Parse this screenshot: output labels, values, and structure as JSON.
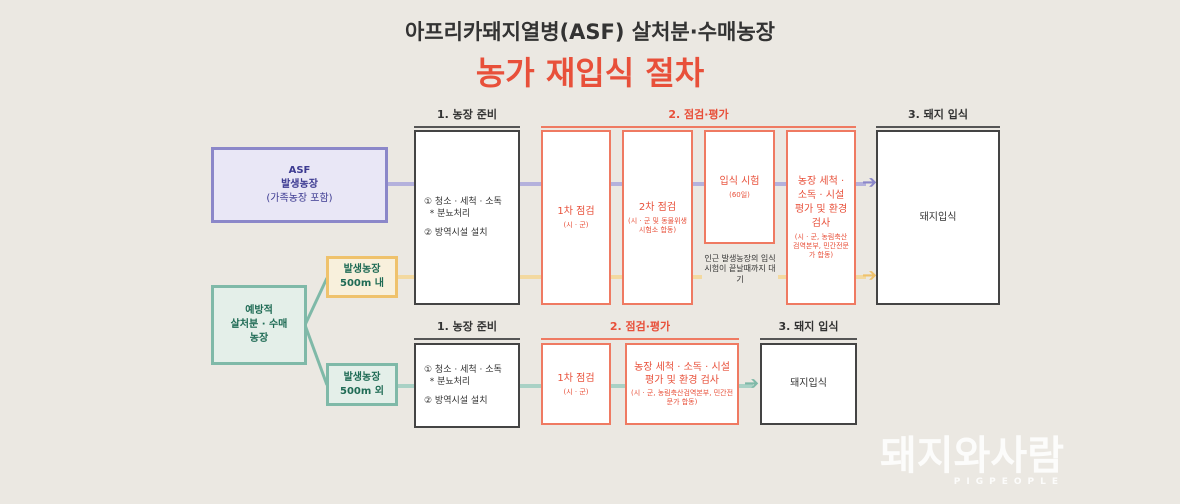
{
  "title": "아프리카돼지열병(ASF) 살처분·수매농장",
  "subtitle": "농가 재입식 절차",
  "sources": {
    "asf": [
      "ASF",
      "발생농장",
      "(가족농장 포함)"
    ],
    "preventive": [
      "예방적",
      "살처분 · 수매",
      "농장"
    ],
    "within": [
      "발생농장",
      "500m 내"
    ],
    "outside": [
      "발생농장",
      "500m 외"
    ]
  },
  "headers": {
    "prep": "1. 농장 준비",
    "inspect": "2. 점검·평가",
    "restock": "3. 돼지 입식"
  },
  "prep_items": [
    "① 청소 · 세척 · 소독",
    "* 분뇨처리",
    "② 방역시설 설치"
  ],
  "steps": {
    "first": {
      "label": "1차 점검",
      "note": "(시 · 군)"
    },
    "second": {
      "label": "2차 점검",
      "note": "(시 · 군 및 동물위생시험소 합동)"
    },
    "trial": {
      "label": "입식 시험",
      "note": "(60일)"
    },
    "final": {
      "label": "농장 세척 · 소독 · 시설 평가 및 환경 검사",
      "note": "(시 · 군, 농림축산검역본부, 민간전문가 합동)"
    },
    "wait": "인근 발생농장의 입식 시험이 끝날때까지 대기",
    "restock": "돼지입식"
  },
  "watermark": {
    "text": "돼지와사람",
    "sub": "PIGPEOPLE"
  },
  "colors": {
    "blue": "#8b87c9",
    "yellow": "#efc26c",
    "green": "#7fb9a8",
    "orange": "#ef7a62"
  }
}
